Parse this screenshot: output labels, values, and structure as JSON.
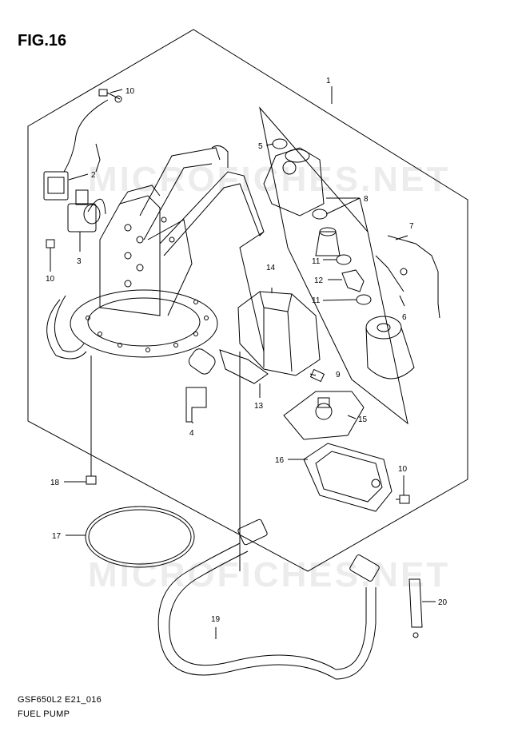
{
  "figure": {
    "title": "FIG.16",
    "footer_code": "GSF650L2 E21_016",
    "footer_name": "FUEL PUMP",
    "watermark": "MICROFICHES.NET"
  },
  "callouts": {
    "c1": "1",
    "c2": "2",
    "c3": "3",
    "c4": "4",
    "c5": "5",
    "c6": "6",
    "c7": "7",
    "c8": "8",
    "c9": "9",
    "c10a": "10",
    "c10b": "10",
    "c10c": "10",
    "c11a": "11",
    "c11b": "11",
    "c12": "12",
    "c13": "13",
    "c14": "14",
    "c15": "15",
    "c16": "16",
    "c17": "17",
    "c18": "18",
    "c19": "19",
    "c20": "20"
  },
  "colors": {
    "line": "#000000",
    "background": "#ffffff",
    "watermark": "#969696"
  }
}
